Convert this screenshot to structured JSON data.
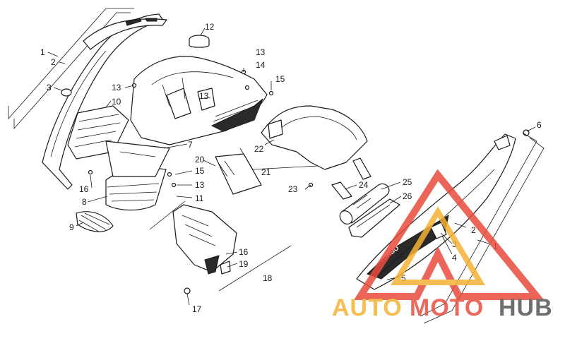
{
  "diagram": {
    "callouts": [
      "1",
      "2",
      "3",
      "4",
      "5",
      "6",
      "7",
      "8",
      "9",
      "10",
      "11",
      "12",
      "13",
      "14",
      "15",
      "16",
      "17",
      "18",
      "19",
      "20",
      "21",
      "22",
      "23",
      "24",
      "25",
      "26"
    ]
  },
  "watermark": {
    "brand_part1": "AUTO",
    "brand_part2": "MOTO",
    "brand_part3": "HUB",
    "colors": {
      "auto": "#f5b335",
      "moto": "#e8503e",
      "hub": "#555555",
      "triangle_outer": "#e84c3d",
      "triangle_inner": "#f4b234"
    }
  },
  "decal": {
    "text": "TURBO"
  }
}
